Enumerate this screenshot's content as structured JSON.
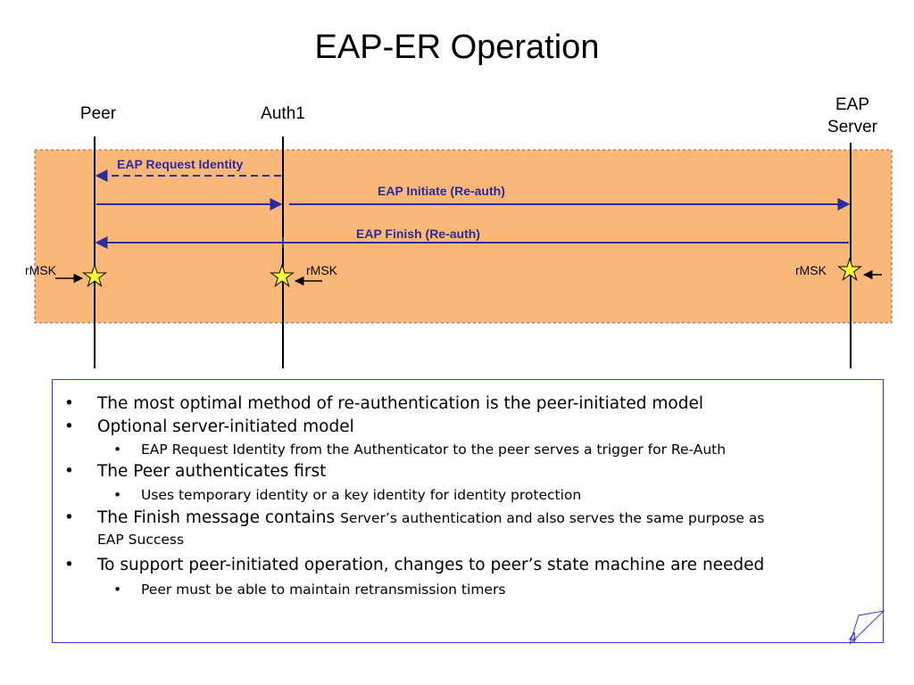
{
  "slide": {
    "title": "EAP-ER Operation",
    "page_number": "4"
  },
  "actors": {
    "peer": "Peer",
    "auth1": "Auth1",
    "eap_server_line1": "EAP",
    "eap_server_line2": "Server"
  },
  "messages": [
    {
      "label": "EAP Request Identity",
      "from": "Auth1",
      "to": "Peer",
      "style": "dashed"
    },
    {
      "label": "EAP Initiate (Re-auth)",
      "from": "Peer",
      "to": "EAP Server",
      "style": "solid"
    },
    {
      "label": "EAP Finish (Re-auth)",
      "from": "EAP Server",
      "to": "Peer",
      "style": "solid"
    }
  ],
  "keys": {
    "peer": "rMSK",
    "auth1": "rMSK",
    "server": "rMSK"
  },
  "notes": {
    "b1": "The most optimal method of re-authentication is the peer-initiated model",
    "b2": "Optional server-initiated model",
    "b2_sub": "EAP Request Identity from the Authenticator to the peer serves a trigger for Re-Auth",
    "b3": "The Peer authenticates first",
    "b3_sub": "Uses temporary identity or a key identity for identity protection",
    "b4_main": "The Finish message contains",
    "b4_rest": "Server’s authentication and also serves the same purpose as",
    "b4_cont": "EAP Success",
    "b5": "To support peer-initiated operation, changes to peer’s state machine are needed",
    "b5_sub": "Peer must be able to maintain retransmission timers"
  },
  "colors": {
    "phase_box_fill": "#fbb778",
    "message_arrow": "#2b2b9a",
    "key_star_fill": "#ffff33",
    "notes_border": "#3a3ad0"
  }
}
